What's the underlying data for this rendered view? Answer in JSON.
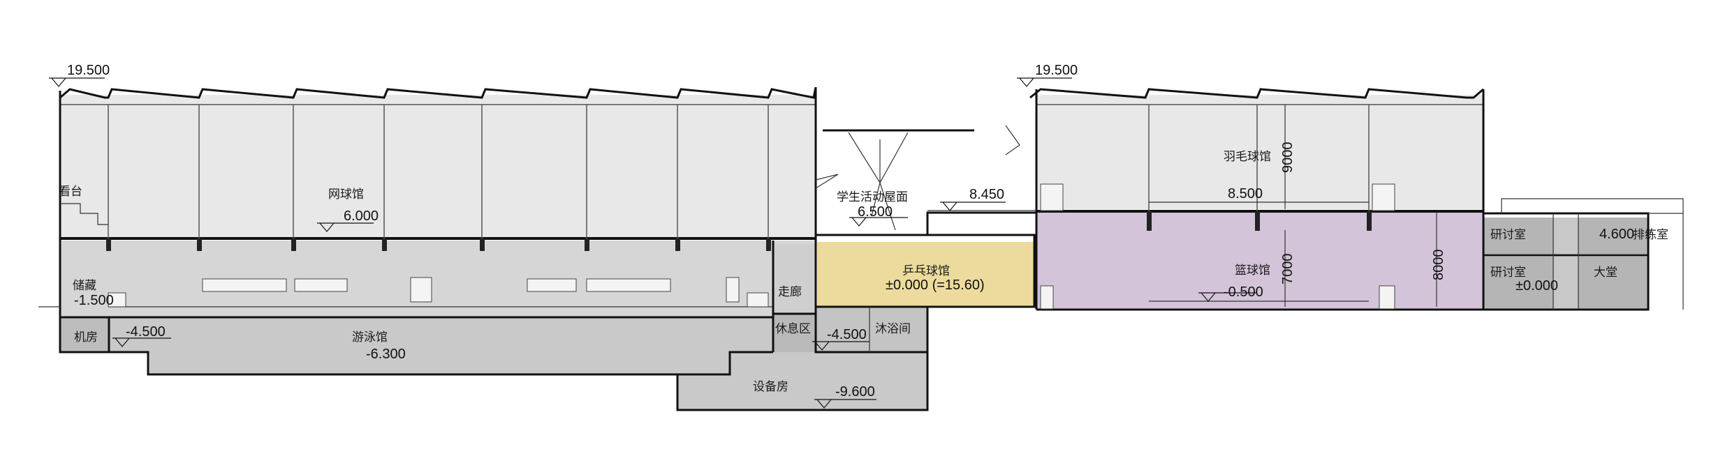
{
  "rooms": {
    "tennis": "网球馆",
    "stands": "看台",
    "storage": "储藏",
    "machine_room": "机房",
    "swimming": "游泳馆",
    "corridor": "走廊",
    "lounge": "休息区",
    "shower": "沐浴间",
    "equipment": "设备房",
    "student_roof": "学生活动屋面",
    "table_tennis": "乒乓球馆",
    "badminton": "羽毛球馆",
    "basketball": "篮球馆",
    "seminar_upper": "研讨室",
    "seminar_lower": "研讨室",
    "rehearsal": "排练室",
    "lobby": "大堂"
  },
  "elevations": {
    "top_left": "19.500",
    "top_right": "19.500",
    "tennis_floor": "6.000",
    "storage": "-1.500",
    "machine": "-4.500",
    "pool": "-6.300",
    "lounge": "-4.500",
    "equipment": "-9.600",
    "student_roof": "6.500",
    "roof_845": "8.450",
    "table_tennis": "±0.000 (=15.60)",
    "badminton": "8.500",
    "basketball": "-0.500",
    "seminar": "±0.000",
    "rehearsal": "4.600"
  },
  "dimensions": {
    "badminton_height": "9000",
    "basketball_height": "7000",
    "total_height": "8000"
  },
  "colors": {
    "background": "#ffffff",
    "room_light": "#e6e6e6",
    "room_mid": "#d0d0d0",
    "room_dark": "#b4b4b4",
    "table_tennis": "#ecdb9c",
    "basketball": "#d2c3d8",
    "line": "#111111"
  }
}
